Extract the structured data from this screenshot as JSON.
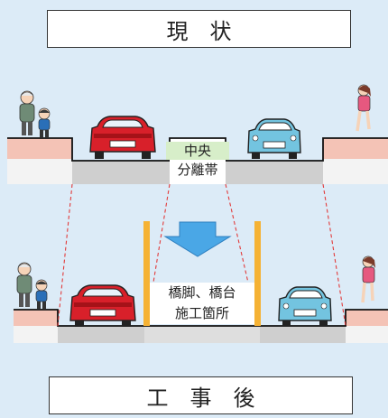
{
  "top_title": "現　状",
  "bottom_title": "工　事　後",
  "top_label": {
    "line1": "中央",
    "line2": "分離帯"
  },
  "bottom_label": {
    "line1": "橋脚、橋台",
    "line2": "施工箇所"
  },
  "colors": {
    "background": "#dcebf7",
    "sidewalk": "#f4c3b6",
    "roadway": "#cfcfcf",
    "median_green": "#d7eec9",
    "pier": "#f5b234",
    "arrow": "#4aa7e6",
    "red_car": "#d8202a",
    "blue_car": "#73c4e0",
    "guide_line": "#e23b3b"
  },
  "icons": [
    "elderly-man-icon",
    "child-icon",
    "jogger-icon",
    "red-car-icon",
    "blue-car-icon",
    "down-arrow-icon"
  ]
}
